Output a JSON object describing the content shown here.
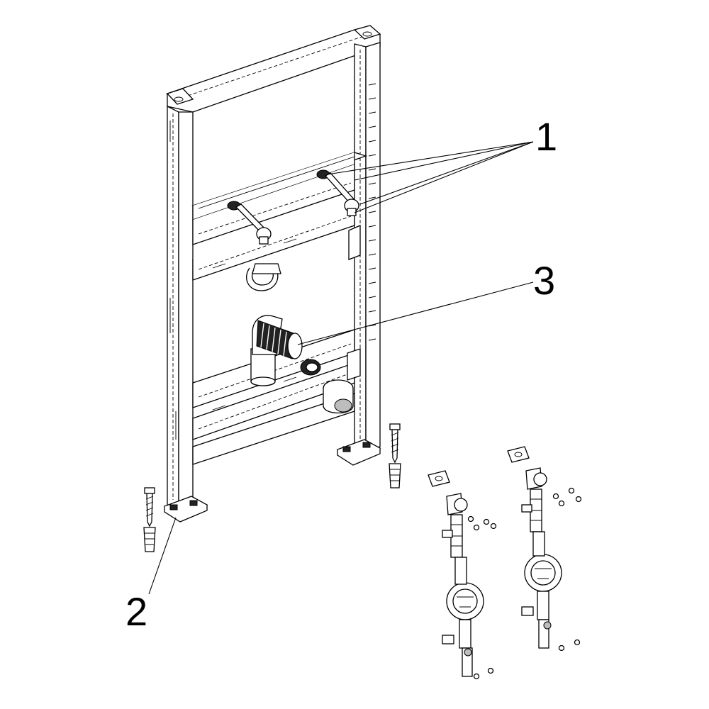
{
  "figure": {
    "callouts": [
      {
        "id": "1",
        "label": "1"
      },
      {
        "id": "3",
        "label": "3"
      },
      {
        "id": "2",
        "label": "2"
      }
    ]
  }
}
